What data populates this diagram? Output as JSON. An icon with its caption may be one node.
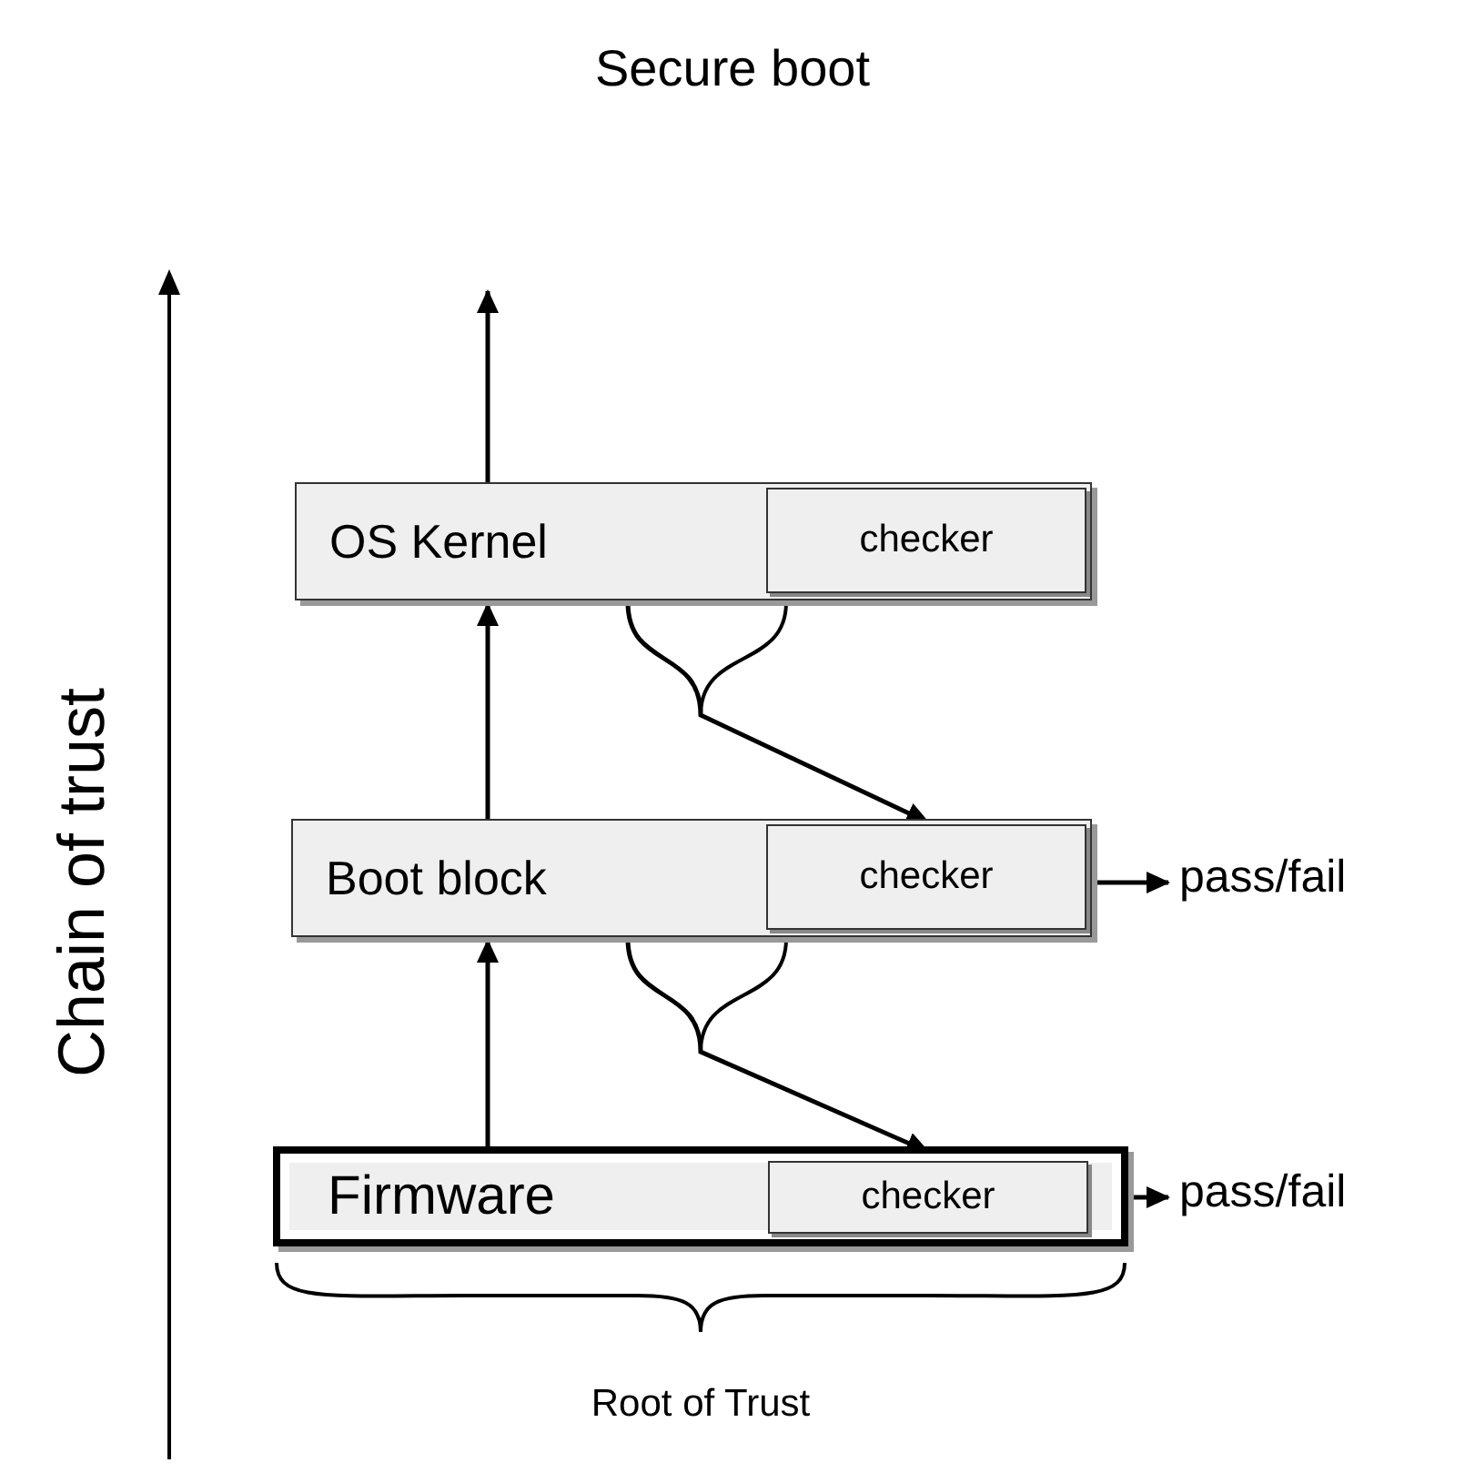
{
  "diagram": {
    "title": "Secure boot",
    "nodes": [
      {
        "text": [
          "OS Kernel"
        ]
      },
      {
        "text": [
          "checker"
        ],
        "in": 0
      },
      {
        "text": [
          "Boot block"
        ]
      },
      {
        "text": [
          "checker"
        ],
        "in": 2
      },
      {
        "text": [
          "Firmware"
        ]
      },
      {
        "text": [
          "checker"
        ],
        "in": 4
      },
      {
        "text": [
          "pass/fail"
        ]
      },
      {
        "text": [
          "pass/fail"
        ]
      }
    ],
    "edges": [
      {
        "from": 4,
        "to": 2,
        "arrow": "to"
      },
      {
        "from": 2,
        "to": 0,
        "arrow": "to"
      },
      {
        "from": 0,
        "to": null,
        "arrow": "to"
      },
      {
        "from": 0,
        "to": 3,
        "arrow": "to"
      },
      {
        "from": 2,
        "to": 5,
        "arrow": "to"
      },
      {
        "from": 3,
        "to": 6,
        "arrow": "to"
      },
      {
        "from": 4,
        "to": 7,
        "arrow": "to"
      }
    ],
    "labels": [
      "Chain of trust",
      "Root of Trust"
    ]
  }
}
